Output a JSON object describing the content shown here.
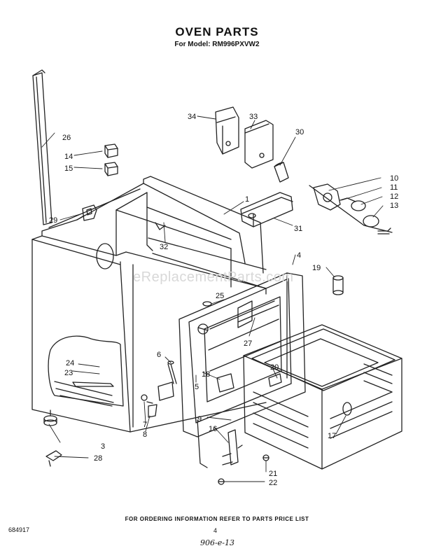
{
  "header": {
    "title": "OVEN PARTS",
    "subtitle": "For Model: RM996PXVW2"
  },
  "watermark": "eReplacementParts.com",
  "footer": {
    "note": "FOR ORDERING INFORMATION REFER TO PARTS PRICE LIST",
    "doc_number": "684917",
    "page_number": "4",
    "handwritten": "906-e-13"
  },
  "callouts": {
    "c1": "1",
    "c3": "3",
    "c4": "4",
    "c5": "5",
    "c6": "6",
    "c7": "7",
    "c8": "8",
    "c9": "9",
    "c10": "10",
    "c11": "11",
    "c12": "12",
    "c13": "13",
    "c14": "14",
    "c15": "15",
    "c16": "16",
    "c17": "17",
    "c18": "18",
    "c19": "19",
    "c20": "20",
    "c21": "21",
    "c22": "22",
    "c23": "23",
    "c24": "24",
    "c25": "25",
    "c26": "26",
    "c27": "27",
    "c28": "28",
    "c29": "29",
    "c30": "30",
    "c31": "31",
    "c32": "32",
    "c33": "33",
    "c34": "34"
  }
}
